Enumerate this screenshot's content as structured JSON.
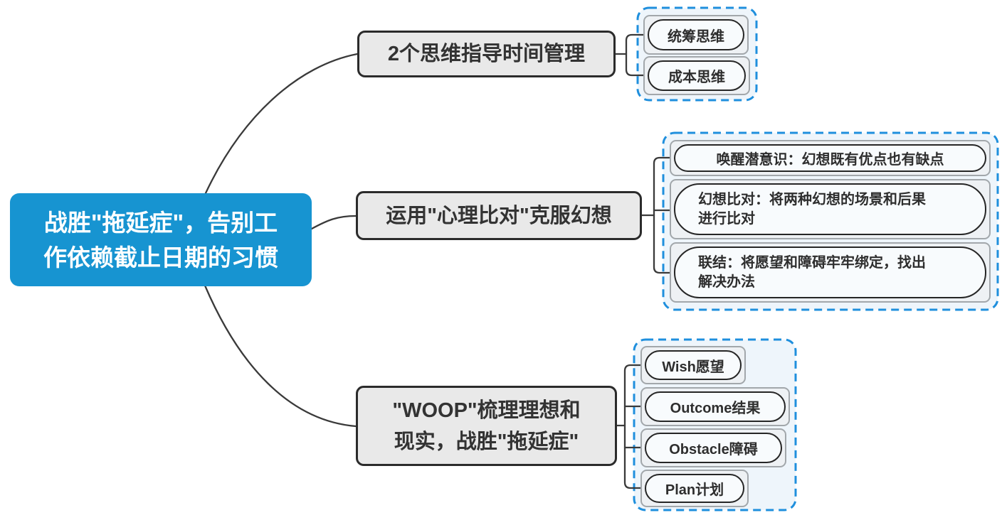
{
  "colors": {
    "root_fill": "#1794d1",
    "root_text": "#ffffff",
    "branch_fill": "#e9e9e9",
    "node_border": "#2b2b2b",
    "subtopic_container_fill": "#eef1f4",
    "subtopic_container_border": "#a2a7ab",
    "subtopic_pill_fill": "#f8fbfd",
    "boundary_border": "#1f8fdd",
    "boundary_fill": "#eef5fb",
    "connector": "#3a3a3a",
    "text_dark": "#333333"
  },
  "root": {
    "label": "战胜\"拖延症\"，告别工\n作依赖截止日期的习惯"
  },
  "branches": [
    {
      "label": "2个思维指导时间管理",
      "children": [
        {
          "label": "统筹思维"
        },
        {
          "label": "成本思维"
        }
      ]
    },
    {
      "label": "运用\"心理比对\"克服幻想",
      "children": [
        {
          "label": "唤醒潜意识：幻想既有优点也有缺点"
        },
        {
          "label": "幻想比对：将两种幻想的场景和后果\n进行比对"
        },
        {
          "label": "联结：将愿望和障碍牢牢绑定，找出\n解决办法"
        }
      ]
    },
    {
      "label": "\"WOOP\"梳理理想和\n现实，战胜\"拖延症\"",
      "children": [
        {
          "label": "Wish愿望"
        },
        {
          "label": "Outcome结果"
        },
        {
          "label": "Obstacle障碍"
        },
        {
          "label": "Plan计划"
        }
      ]
    }
  ]
}
